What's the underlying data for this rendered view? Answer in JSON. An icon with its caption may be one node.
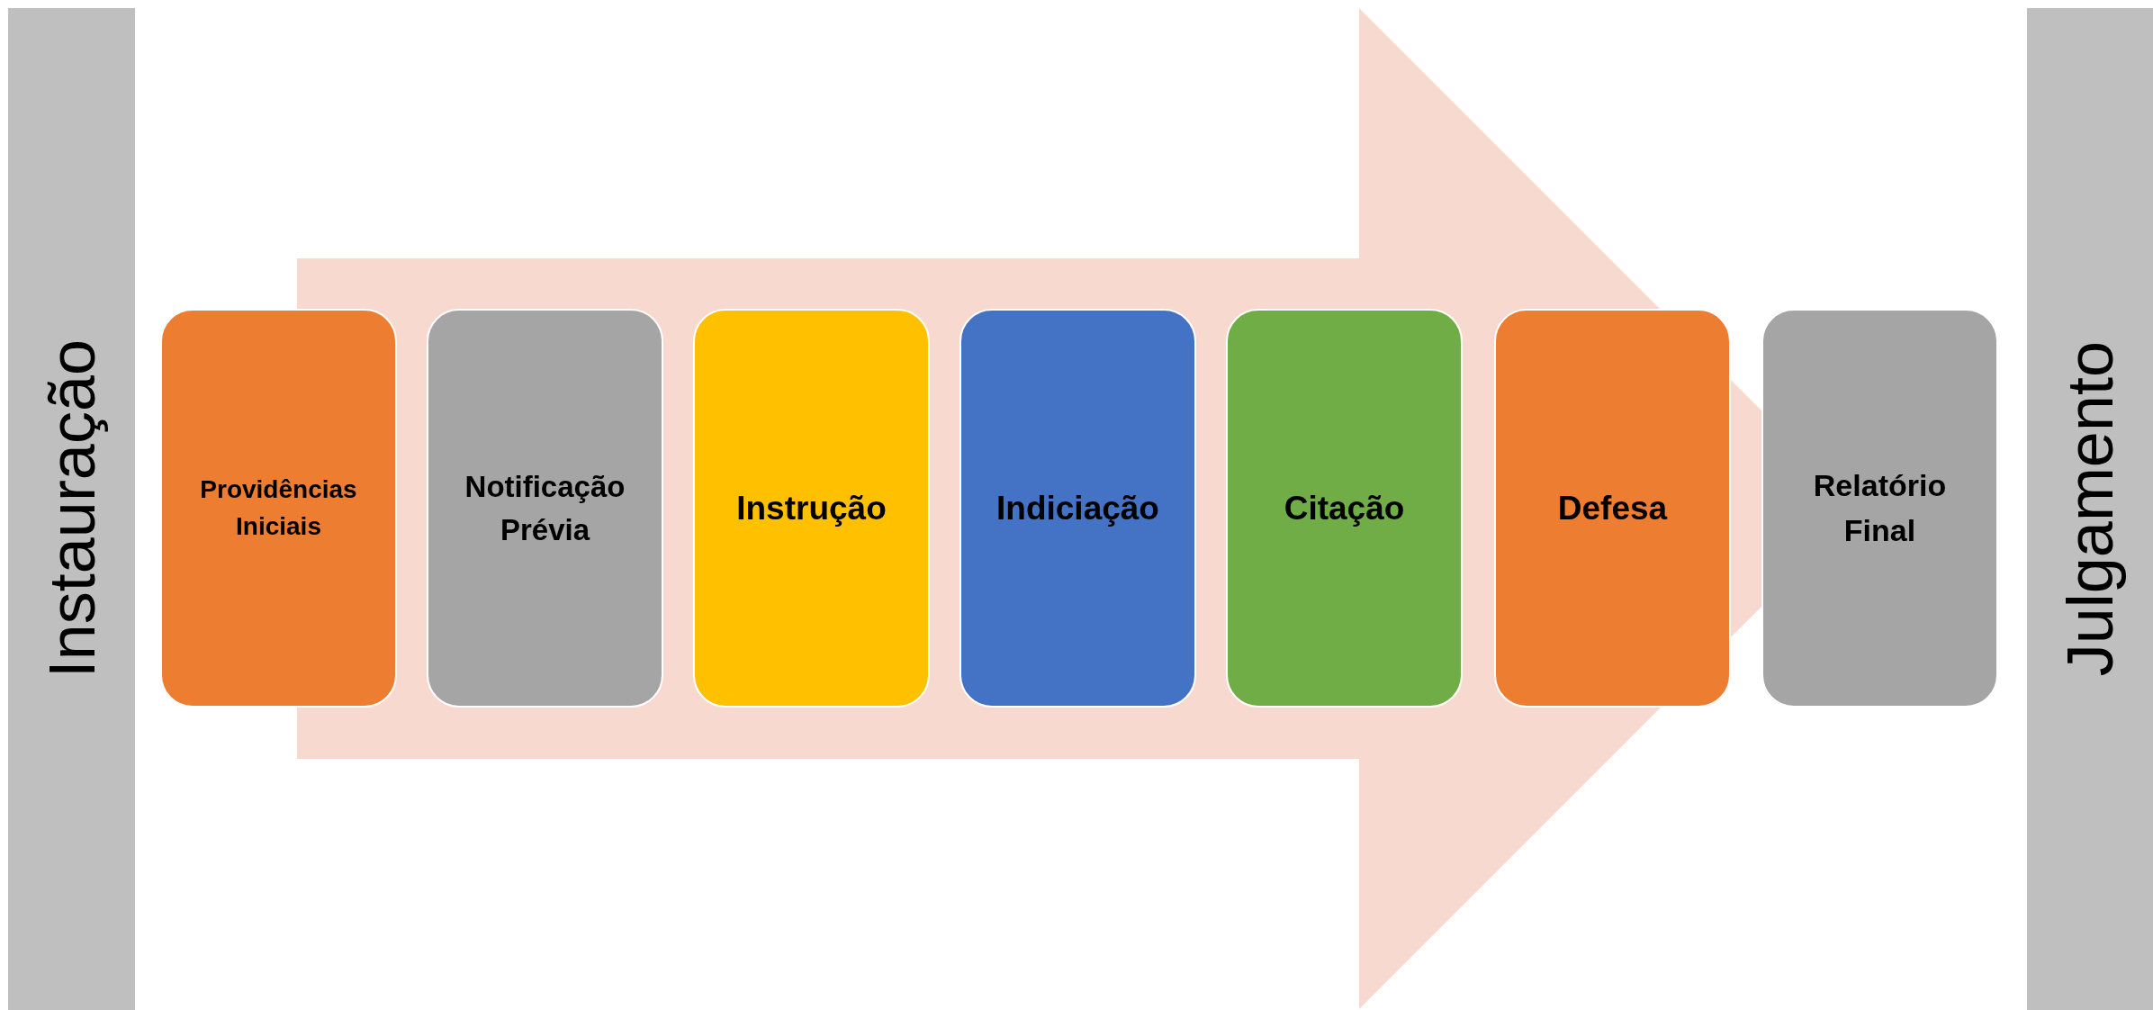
{
  "diagram": {
    "nodes": [
      {
        "text": [
          "Instauração"
        ]
      },
      {
        "text": [
          "Providências Iniciais"
        ]
      },
      {
        "text": [
          "Notificação Prévia"
        ]
      },
      {
        "text": [
          "Instrução"
        ]
      },
      {
        "text": [
          "Indiciação"
        ]
      },
      {
        "text": [
          "Citação"
        ]
      },
      {
        "text": [
          "Defesa"
        ]
      },
      {
        "text": [
          "Relatório Final"
        ]
      },
      {
        "text": [
          "Julgamento"
        ]
      }
    ],
    "edges": [
      {
        "from": 1,
        "to": 7,
        "arrow": "to",
        "style": "thick"
      }
    ]
  }
}
